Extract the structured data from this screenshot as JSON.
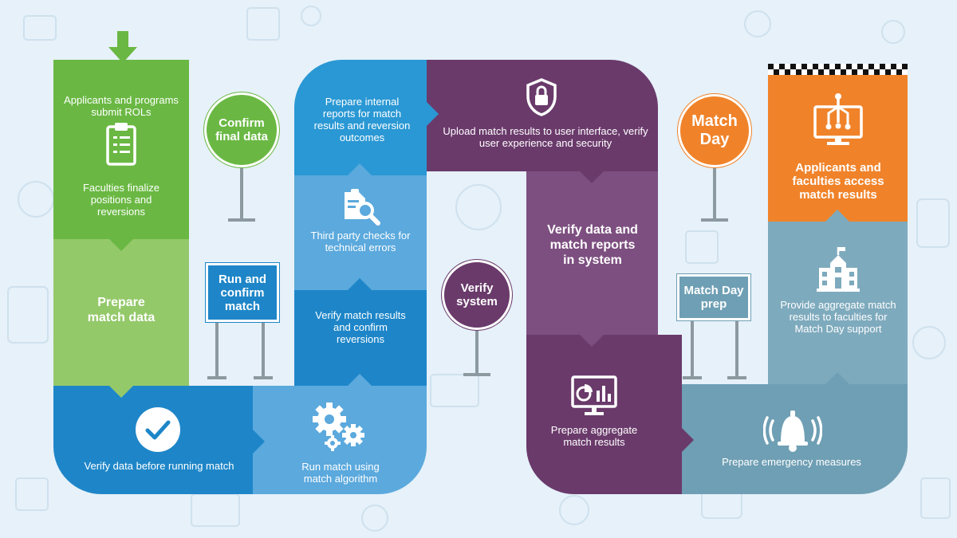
{
  "colors": {
    "green": "#6ab843",
    "green_light": "#94c96a",
    "blue": "#1e86c8",
    "blue_mid": "#2a98d4",
    "blue_light": "#5ba9dd",
    "purple": "#6a3a6b",
    "purple_light": "#7d4f80",
    "purple_mid": "#6f4371",
    "orange": "#f0832a",
    "steel": "#6f9fb4",
    "steel_light": "#7eaabd",
    "background": "#e6f1f9",
    "pole": "#8c9aa0"
  },
  "steps": {
    "submit_rols": "Applicants and programs submit ROLs",
    "finalize": "Faculties finalize positions and reversions",
    "prepare_match_data": "Prepare match data",
    "verify_before_match": "Verify data before running match",
    "run_match_algorithm": "Run match using match algorithm",
    "verify_reversions": "Verify match results and confirm reversions",
    "third_party_checks": "Third party checks for technical errors",
    "internal_reports": "Prepare internal reports for match results and reversion outcomes",
    "upload_results": "Upload match results to user interface, verify user experience and security",
    "verify_reports": "Verify data and match reports in system",
    "aggregate_results": "Prepare aggregate match results",
    "emergency_measures": "Prepare emergency measures",
    "provide_aggregate": "Provide aggregate match results to faculties for Match Day support",
    "access_results": "Applicants and faculties access match results"
  },
  "signs": {
    "confirm_final": "Confirm final data",
    "run_confirm": "Run and confirm match",
    "verify_system": "Verify system",
    "match_day_prep": "Match Day prep",
    "match_day": "Match Day"
  },
  "icons": {
    "start": "down-arrow-icon",
    "finish": "checkered-flag-icon",
    "clipboard": "clipboard-icon",
    "check": "checkmark-circle-icon",
    "gears": "gears-icon",
    "search": "document-search-icon",
    "shield": "shield-lock-icon",
    "monitor": "monitor-chart-icon",
    "bell": "alarm-bell-icon",
    "building": "building-icon",
    "screen": "screen-network-icon"
  }
}
